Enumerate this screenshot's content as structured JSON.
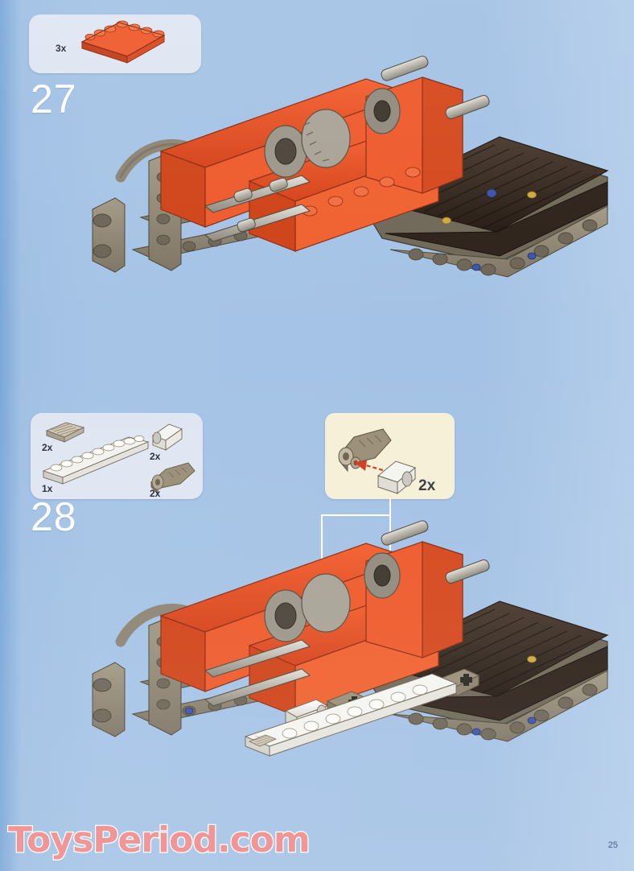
{
  "page": {
    "page_number": "25",
    "watermark": "ToysPeriod.com",
    "background_color": "#a4c2e5",
    "accent_orange": "#e8502a",
    "beam_gray": "#8d8776",
    "track_dark": "#3a2e27",
    "parts_box_color": "#dfe6f2",
    "callout_box_color": "#f6f0d8"
  },
  "steps": [
    {
      "number": "27",
      "parts_box": {
        "items": [
          {
            "qty": "3x",
            "part": "plate-4x4-orange",
            "color": "#e8502a"
          }
        ]
      },
      "model_name": "lego-technic-tracked-chassis-step-27"
    },
    {
      "number": "28",
      "parts_box": {
        "items": [
          {
            "qty": "2x",
            "part": "grille-tile-1x2-tan",
            "color": "#b8ae9a"
          },
          {
            "qty": "1x",
            "part": "plate-1x10-white",
            "color": "#f4f4f2"
          },
          {
            "qty": "2x",
            "part": "pin-bush-white",
            "color": "#f4f4f2"
          },
          {
            "qty": "2x",
            "part": "angled-connector-tan",
            "color": "#a39880"
          }
        ]
      },
      "callout": {
        "qty": "2x",
        "sub_assembly": "tan-connector-with-white-pin",
        "arrow_color": "#d23a20"
      },
      "model_name": "lego-technic-tracked-chassis-step-28"
    }
  ]
}
